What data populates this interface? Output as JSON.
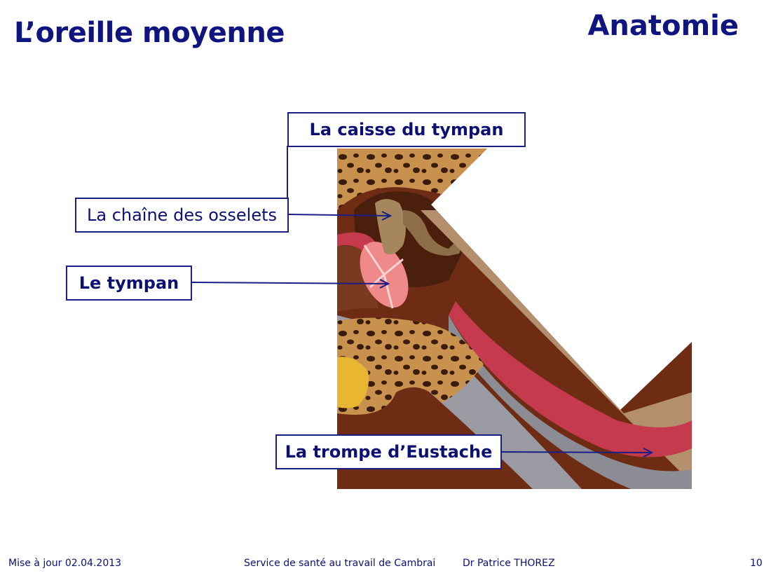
{
  "slide": {
    "title": "L’oreille moyenne",
    "section": "Anatomie"
  },
  "labels": {
    "caisse": "La caisse du tympan",
    "osselets": "La chaîne des osselets",
    "tympan": "Le tympan",
    "trompe": "La trompe d’Eustache"
  },
  "footer": {
    "date": "Mise à jour 02.04.2013",
    "service": "Service de santé au travail de Cambrai",
    "author": "Dr Patrice THOREZ",
    "page": "10"
  },
  "colors": {
    "text": "#0b1075",
    "bone": "#c9914e",
    "flesh": "#6e2c14",
    "tympan": "#f08a8a",
    "lining": "#c63a4e"
  }
}
